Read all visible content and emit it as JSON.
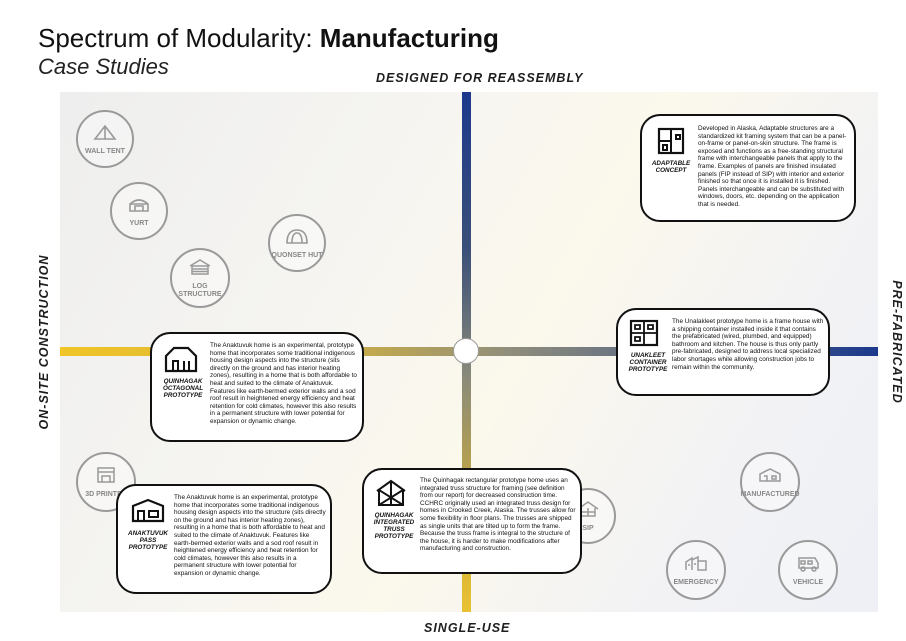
{
  "header": {
    "title_plain": "Spectrum of Modularity: ",
    "title_bold": "Manufacturing",
    "subtitle": "Case Studies"
  },
  "axes": {
    "top": "DESIGNED FOR REASSEMBLY",
    "bottom": "SINGLE-USE",
    "left": "ON-SITE CONSTRUCTION",
    "right": "PRE-FABRICATED"
  },
  "colors": {
    "blue_end": "#1c3a8c",
    "yellow_end": "#f0c528",
    "card_border": "#111111",
    "circle_gray": "#9a9a9a"
  },
  "small_items": [
    {
      "id": "wall-tent",
      "label": "WALL TENT",
      "icon": "tent-icon"
    },
    {
      "id": "yurt",
      "label": "YURT",
      "icon": "yurt-icon"
    },
    {
      "id": "quonset-hut",
      "label": "QUONSET HUT",
      "icon": "quonset-icon"
    },
    {
      "id": "log-structure",
      "label": "LOG STRUCTURE",
      "icon": "log-house-icon"
    },
    {
      "id": "3d-printed",
      "label": "3D PRINTED",
      "icon": "printer-icon"
    },
    {
      "id": "sip",
      "label": "SIP",
      "icon": "sip-house-icon"
    },
    {
      "id": "manufactured",
      "label": "MANUFACTURED",
      "icon": "mobile-home-icon"
    },
    {
      "id": "emergency",
      "label": "EMERGENCY",
      "icon": "shelter-icon"
    },
    {
      "id": "vehicle",
      "label": "VEHICLE",
      "icon": "rv-icon"
    }
  ],
  "cards": {
    "adaptable": {
      "name": "ADAPTABLE CONCEPT",
      "icon": "modular-frame-icon",
      "desc": "Developed in Alaska, Adaptable structures are a standardized kit framing system that can be a panel-on-frame or panel-on-skin structure. The frame is exposed and functions as a free-standing structural frame with interchangeable panels that apply to the frame. Examples of panels are finished insulated panels (FIP instead of SIP) with interior and exterior finished so that once it is installed it is finished. Panels interchangeable and can be substituted with windows, doors, etc. depending on the application that is needed."
    },
    "quinhagak_octagonal": {
      "name": "QUINHAGAK OCTAGONAL PROTOTYPE",
      "icon": "octagonal-house-icon",
      "desc": "The Anaktuvuk home is an experimental, prototype home that incorporates some traditional indigenous housing design aspects into the structure (sits directly on the ground and has interior heating zones), resulting in a home that is both affordable to heat and suited to the climate of Anaktuvuk. Features like earth-bermed exterior walls and a sod roof result in heightened energy efficiency and heat retention for cold climates, however this also results in a permanent structure with lower potential for expansion or dynamic change."
    },
    "unaklet_container": {
      "name": "UNAKLEET CONTAINER PROTOTYPE",
      "icon": "container-house-icon",
      "desc": "The Unalakleet prototype home is a frame house with a shipping container installed inside it that contains the prefabricated (wired, plumbed, and equipped) bathroom and kitchen. The house is thus only partly pre-fabricated, designed to address local specialized labor shortages while allowing construction jobs to remain within the community."
    },
    "anaktuvuk_pass": {
      "name": "ANAKTUVUK PASS PROTOTYPE",
      "icon": "earth-house-icon",
      "desc": "The Anaktuvuk home is an experimental, prototype home that incorporates some traditional indigenous housing design aspects into the structure (sits directly on the ground and has interior heating zones), resulting in a home that is both affordable to heat and suited to the climate of Anaktuvuk. Features like earth-bermed exterior walls and a sod roof result in heightened energy efficiency and heat retention for cold climates, however this also results in a permanent structure with lower potential for expansion or dynamic change."
    },
    "quinhagak_truss": {
      "name": "QUINHAGAK INTEGRATED TRUSS PROTOTYPE",
      "icon": "truss-house-icon",
      "desc": "The Quinhagak rectangular prototype home uses an integrated truss structure for framing (see definition from our report) for decreased construction time. CCHRC originally used an integrated truss design for homes in Crooked Creek, Alaska. The trusses allow for some flexibility in floor plans. The trusses are shipped as single units that are tilted up to form the frame. Because the truss frame is integral to the structure of the house, it is harder to make modifications after manufacturing and construction."
    }
  }
}
